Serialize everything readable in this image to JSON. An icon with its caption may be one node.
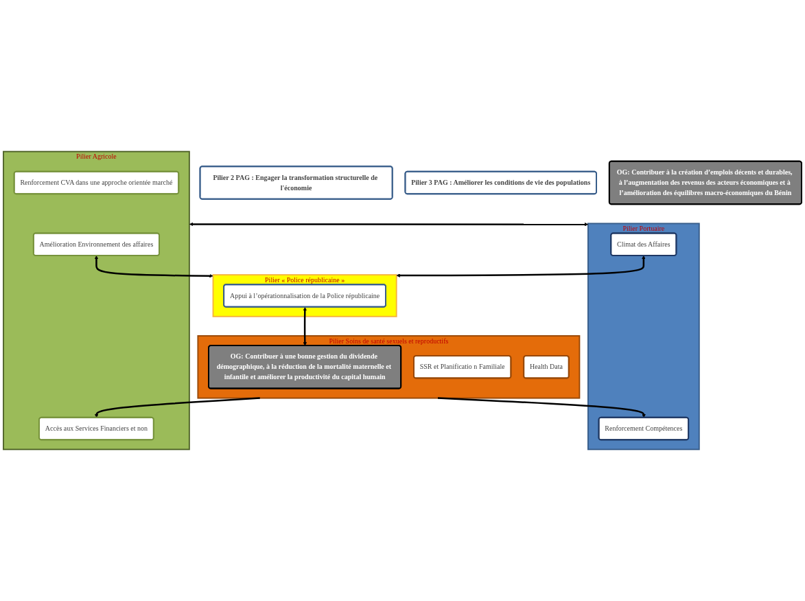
{
  "diagram": {
    "nodes": [
      {
        "text": [
          "Pilier 2 PAG : Engager la transformation structurelle de l'économie"
        ]
      },
      {
        "text": [
          "Pilier 3 PAG : Améliorer les conditions de vie des populations"
        ]
      },
      {
        "text": [
          "Pilier Agricole"
        ]
      },
      {
        "text": [
          "OG: Contribuer à la création d’emplois décents et durables, à l’augmentation des revenus des acteurs économiques et à l’amélioration des équilibres macro-économiques du Bénin"
        ]
      },
      {
        "text": [
          "Renforcement CVA dans une approche orientée marché"
        ],
        "in": 2
      },
      {
        "text": [
          "Accès aux Services Financiers et non"
        ],
        "in": 2
      },
      {
        "text": [
          "Amélioration Environnement des affaires"
        ],
        "in": 2
      },
      {
        "text": [
          "Pilier Portuaire"
        ]
      },
      {
        "text": [
          "Climat des Affaires"
        ],
        "in": 7
      },
      {
        "text": [
          "Renforcement Compétences"
        ],
        "in": 7
      },
      {
        "text": [
          "Pilier « Police républicaine »"
        ]
      },
      {
        "text": [
          "Appui à l’opérationnalisation de la Police républicaine"
        ],
        "in": 10
      },
      {
        "text": [
          "Pilier Soins de santé sexuels et reproductifs"
        ]
      },
      {
        "text": [
          "OG: Contribuer à une bonne gestion du dividende démographique, à la réduction de la mortalité maternelle et infantile et améliorer la productivité du capital humain"
        ],
        "in": 12
      },
      {
        "text": [
          "SSR et Planificatio n Familiale"
        ],
        "in": 12
      },
      {
        "text": [
          "Health Data"
        ],
        "in": 12
      }
    ],
    "edges": [
      {
        "from": 2,
        "to": 7,
        "arrow": "both"
      },
      {
        "from": 6,
        "to": 10,
        "arrow": "both"
      },
      {
        "from": 8,
        "to": 10,
        "arrow": "both"
      },
      {
        "from": 11,
        "to": 13,
        "arrow": "both"
      },
      {
        "from": 12,
        "to": 5,
        "arrow": "to"
      },
      {
        "from": 12,
        "to": 9,
        "arrow": "to"
      }
    ]
  }
}
